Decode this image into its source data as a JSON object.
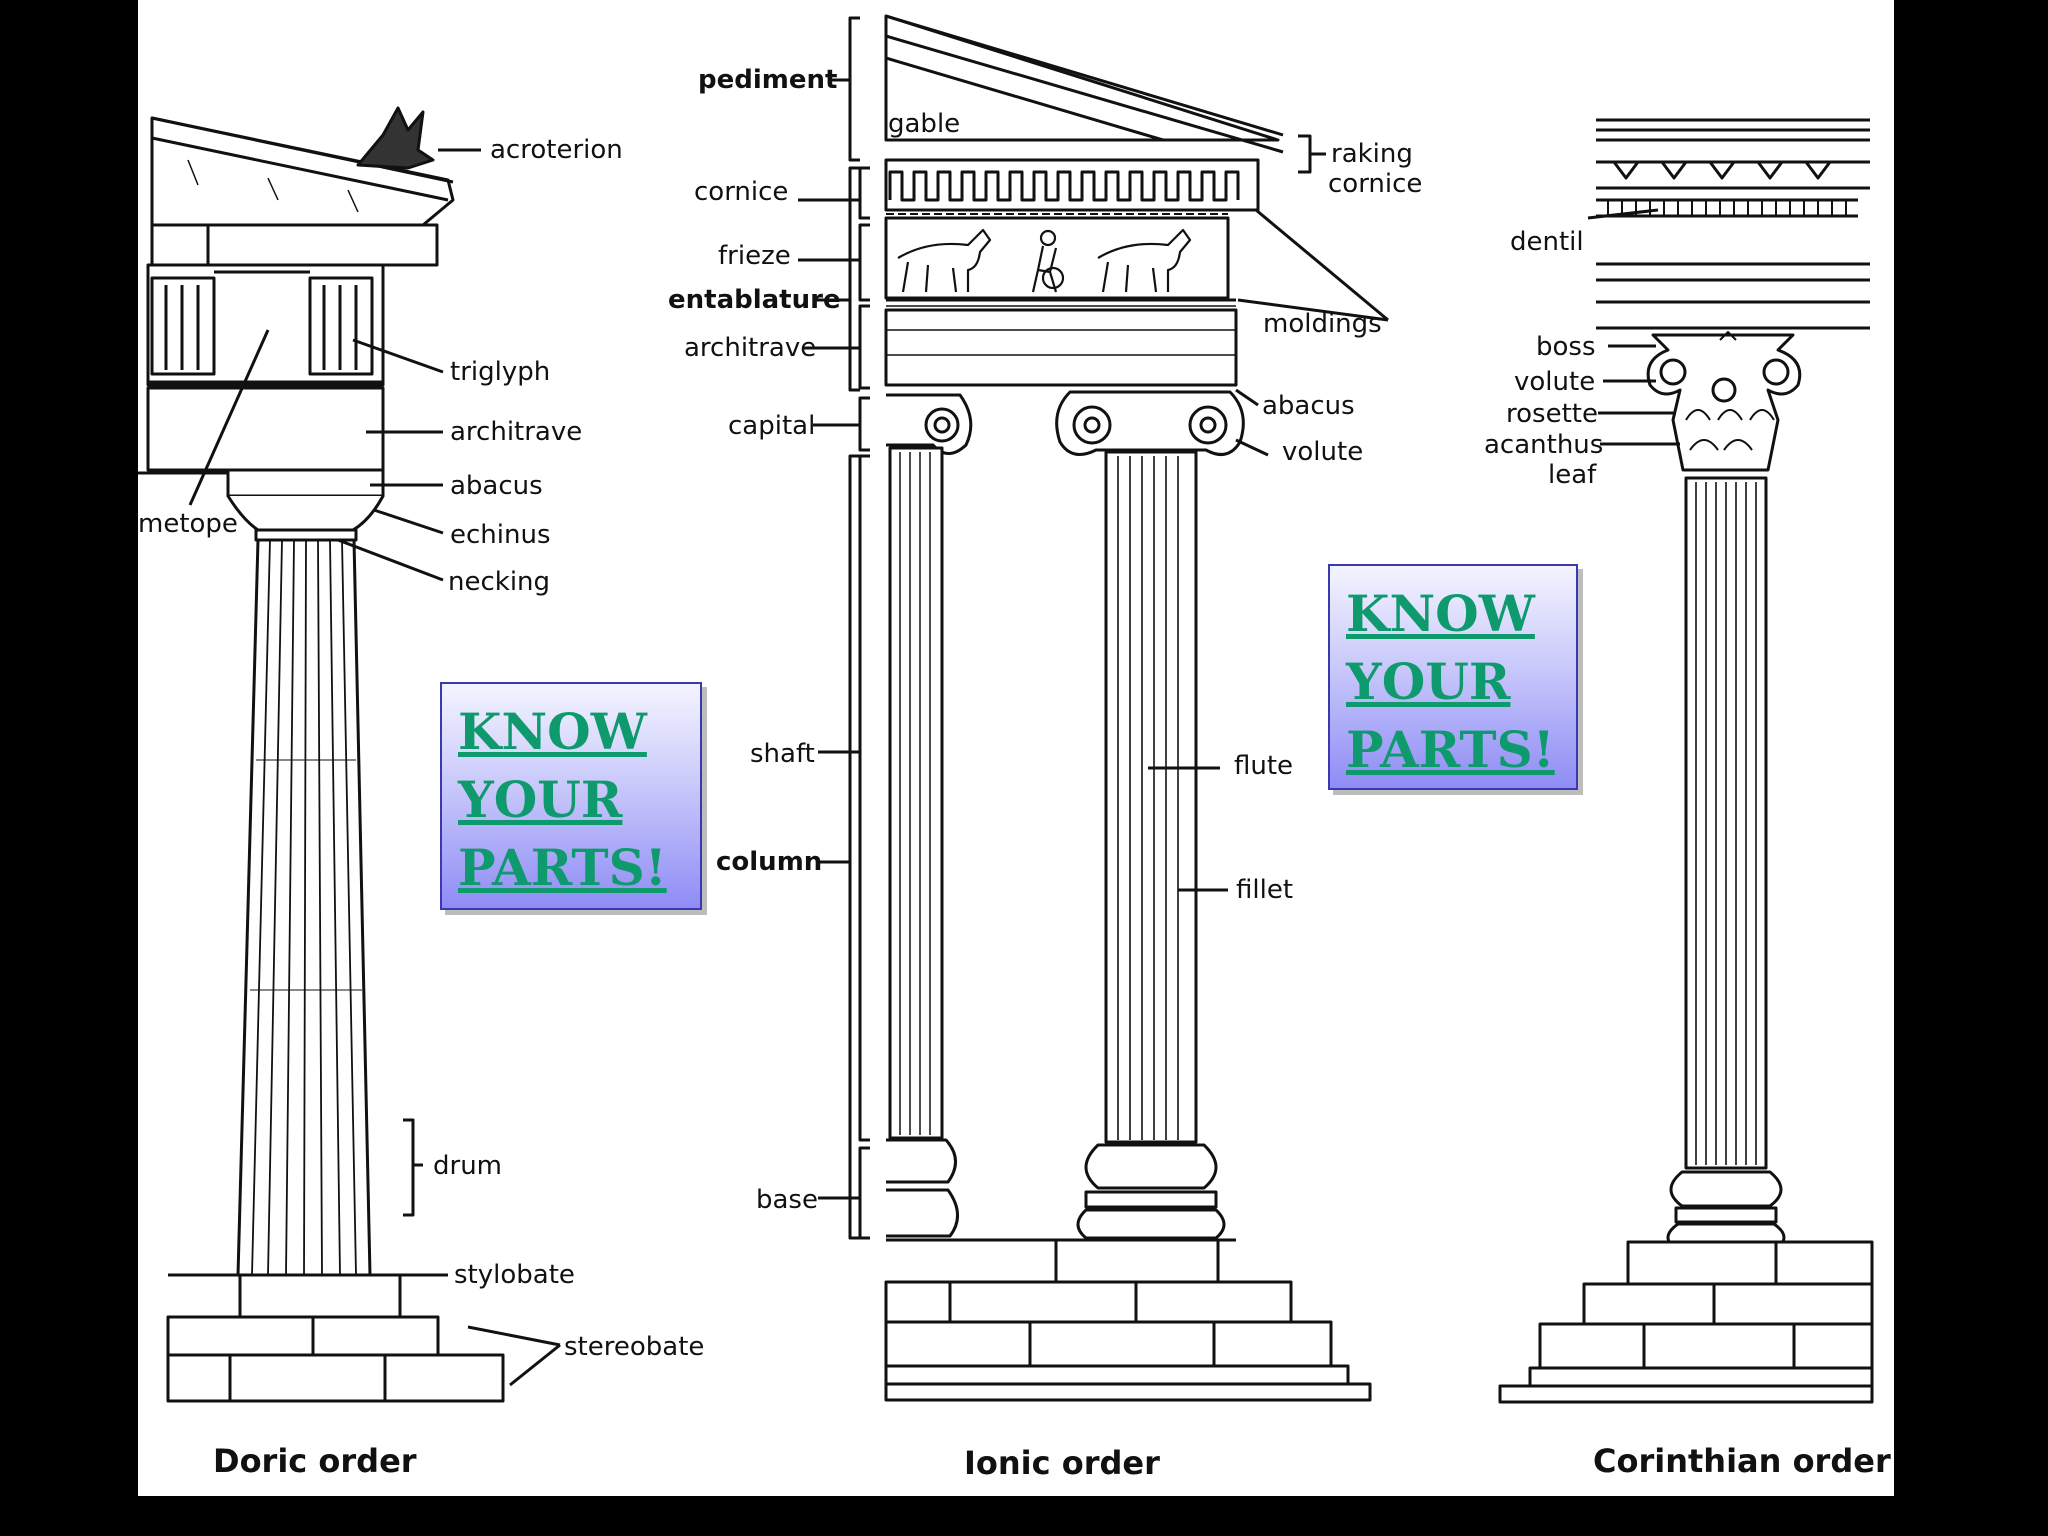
{
  "doric": {
    "title": "Doric order",
    "labels": {
      "acroterion": "acroterion",
      "triglyph": "triglyph",
      "architrave": "architrave",
      "abacus": "abacus",
      "metope": "metope",
      "echinus": "echinus",
      "necking": "necking",
      "drum": "drum",
      "stylobate": "stylobate",
      "stereobate": "stereobate"
    }
  },
  "ionic": {
    "title": "Ionic order",
    "labels": {
      "pediment": "pediment",
      "gable": "gable",
      "raking_1": "raking",
      "raking_2": "cornice",
      "cornice": "cornice",
      "frieze": "frieze",
      "entablature": "entablature",
      "architrave": "architrave",
      "moldings": "moldings",
      "capital": "capital",
      "abacus": "abacus",
      "volute": "volute",
      "shaft": "shaft",
      "flute": "flute",
      "column": "column",
      "fillet": "fillet",
      "base": "base"
    }
  },
  "corinthian": {
    "title": "Corinthian order",
    "labels": {
      "dentil": "dentil",
      "boss": "boss",
      "volute": "volute",
      "rosette": "rosette",
      "acanthus_1": "acanthus",
      "acanthus_2": "leaf"
    }
  },
  "callouts": [
    {
      "lines": [
        "KNOW",
        "YOUR",
        "PARTS!"
      ]
    },
    {
      "lines": [
        "KNOW",
        "YOUR",
        "PARTS!"
      ]
    }
  ],
  "colors": {
    "callout_text": "#0f9a6e",
    "callout_border": "#3a3ab0",
    "background": "#000000",
    "panel": "#ffffff"
  }
}
